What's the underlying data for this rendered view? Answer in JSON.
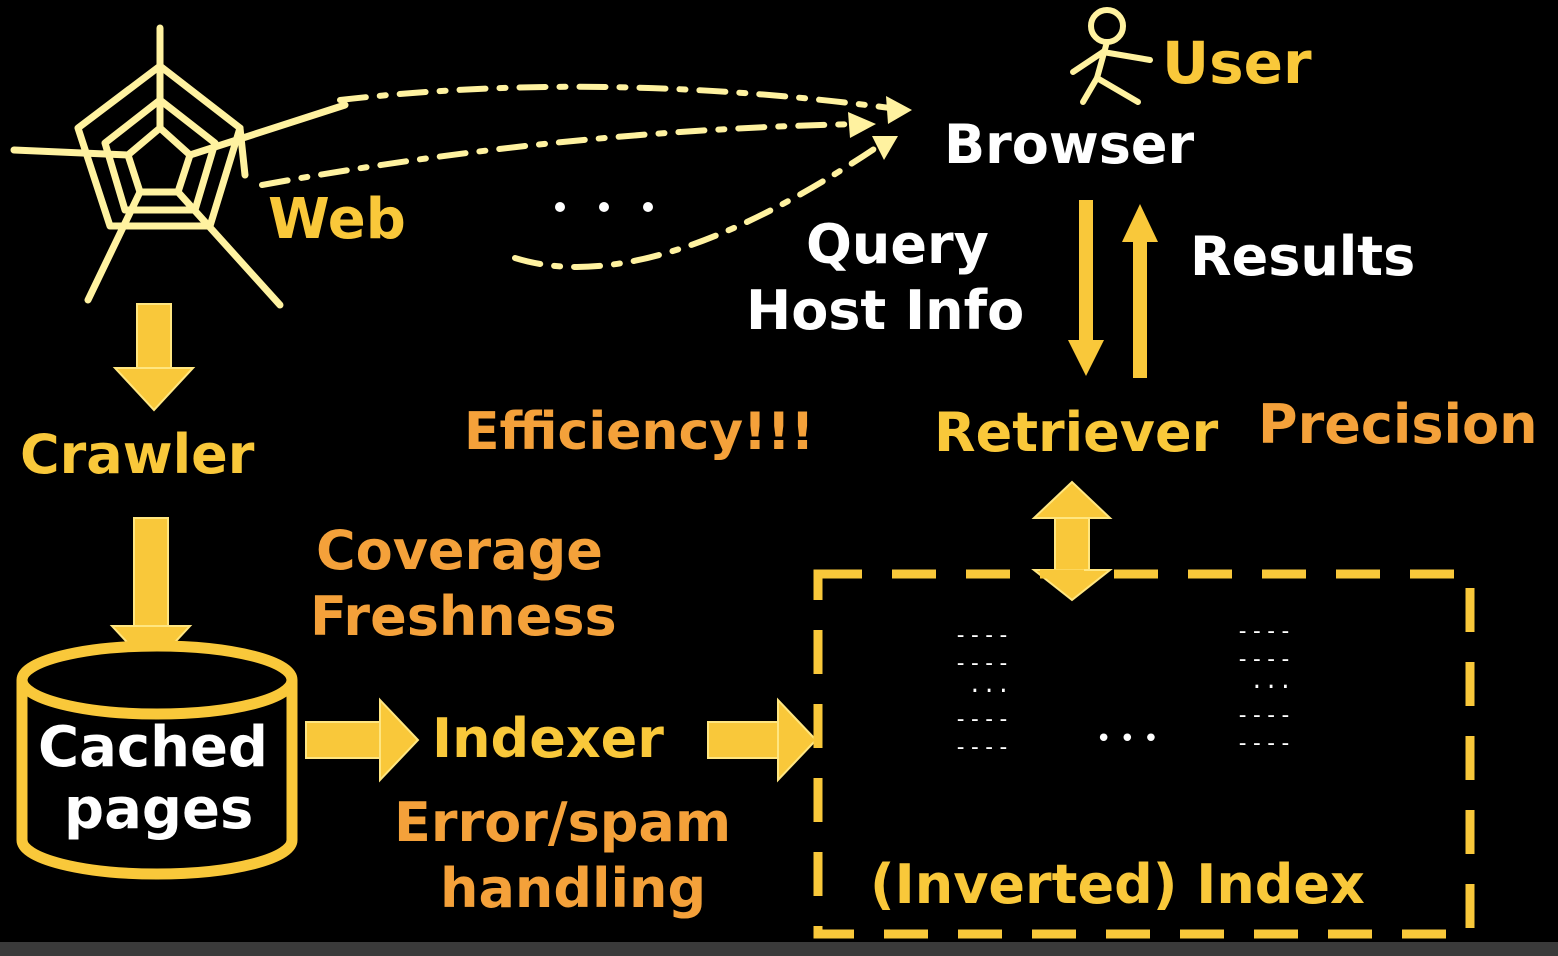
{
  "colors": {
    "yellow": "#f9c83a",
    "orange": "#f4a13a",
    "web": "#fff2a0",
    "white": "#ffffff"
  },
  "icons": {
    "web": "spider-web-icon",
    "user": "stick-figure-icon",
    "cache": "cylinder-icon"
  },
  "labels": {
    "web": "Web",
    "user": "User",
    "browser": "Browser",
    "query": "Query",
    "host_info": "Host Info",
    "results": "Results",
    "crawler": "Crawler",
    "efficiency": "Efficiency!!!",
    "retriever": "Retriever",
    "precision": "Precision",
    "coverage": "Coverage",
    "freshness": "Freshness",
    "cached": "Cached",
    "pages": "pages",
    "indexer": "Indexer",
    "error_spam": "Error/spam",
    "handling": "handling",
    "inverted_index": "(Inverted) Index",
    "ellipsis": "· · ·"
  },
  "index_docs": {
    "doc_left": "----\n----\n ···\n----\n----",
    "doc_right": "----\n----\n ···\n----\n----",
    "between": "•  •  •"
  }
}
